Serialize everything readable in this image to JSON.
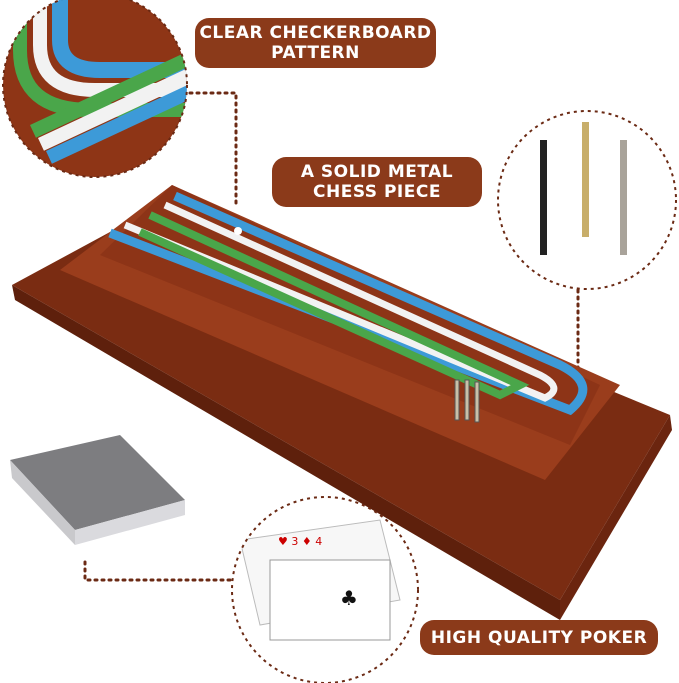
{
  "labels": {
    "checkerboard": [
      "CLEAR CHECKERBOARD",
      "PATTERN"
    ],
    "chess_piece": [
      "A SOLID METAL",
      "CHESS PIECE"
    ],
    "poker": "HIGH QUALITY POKER"
  },
  "colors": {
    "label_bg": "#8b3a1a",
    "wood": "#8a3418",
    "track_blue": "#3d9ad8",
    "track_green": "#4aa64a",
    "track_white": "#f2f2f2",
    "dotted_line": "#6b2a14"
  }
}
